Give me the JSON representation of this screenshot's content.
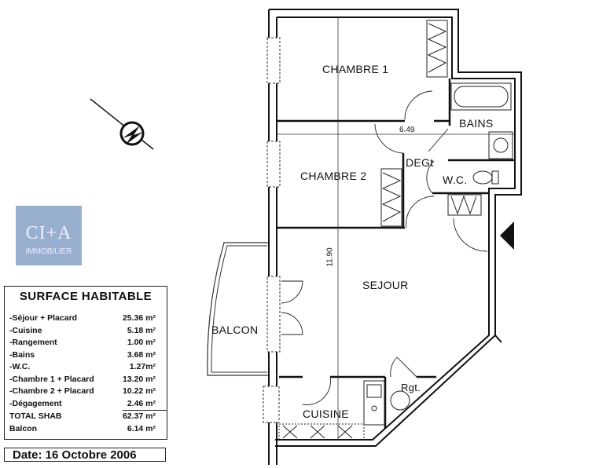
{
  "rooms": {
    "chambre1": "CHAMBRE 1",
    "chambre2": "CHAMBRE 2",
    "bains": "BAINS",
    "degt": "DEGt",
    "wc": "W.C.",
    "sejour": "SEJOUR",
    "balcon": "BALCON",
    "cuisine": "CUISINE",
    "rgt": "Rgt."
  },
  "dimensions": {
    "width": "6.49",
    "length": "11.90"
  },
  "surface_table": {
    "title": "SURFACE HABITABLE",
    "rows": [
      {
        "label": "-Séjour + Placard",
        "value": "25.36 m²"
      },
      {
        "label": "-Cuisine",
        "value": "5.18 m²"
      },
      {
        "label": "-Rangement",
        "value": "1.00 m²"
      },
      {
        "label": "-Bains",
        "value": "3.68 m²"
      },
      {
        "label": "-W.C.",
        "value": "1.27m²"
      },
      {
        "label": "-Chambre 1 + Placard",
        "value": "13.20 m²"
      },
      {
        "label": "-Chambre 2 + Placard",
        "value": "10.22 m²"
      },
      {
        "label": "-Dégagement",
        "value": "2.46 m²"
      }
    ],
    "total": {
      "label": "TOTAL SHAB",
      "value": "62.37 m²"
    },
    "balcon": {
      "label": "Balcon",
      "value": "6.14 m²"
    }
  },
  "date": "Date: 16 Octobre 2006",
  "logo": {
    "name": "CI+A",
    "subtitle": "IMMOBILIER"
  }
}
